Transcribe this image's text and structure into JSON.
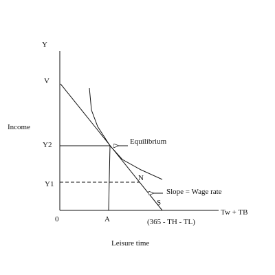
{
  "y_axis_symbol": "Y",
  "y_axis_title": "Income",
  "x_axis_title": "Leisure time",
  "x_axis_end_label": "Tw + TB",
  "origin_label": "0",
  "y_ticks": {
    "v": "V",
    "y2": "Y2",
    "y1": "Y1"
  },
  "x_ticks": {
    "a": "A",
    "endpoint": "(365 - TH - TL)"
  },
  "point_labels": {
    "n": "N",
    "s": "S"
  },
  "annotations": {
    "equilibrium": "Equilibrium",
    "slope": "Slope = Wage rate"
  }
}
